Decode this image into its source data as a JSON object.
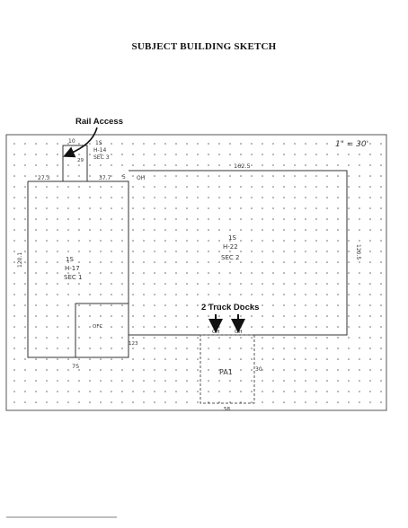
{
  "document": {
    "title": "SUBJECT BUILDING SKETCH"
  },
  "sketch": {
    "scale": "1\" = 30'",
    "annotations": {
      "rail_access": "Rail Access",
      "truck_docks": "2 Truck Docks"
    },
    "sections": [
      {
        "id": "sec3",
        "lines": [
          "1S",
          "H-14",
          "SEC 3"
        ]
      },
      {
        "id": "sec2",
        "lines": [
          "1S",
          "H-22",
          "SEC 2"
        ]
      },
      {
        "id": "sec1",
        "lines": [
          "1S",
          "H-17",
          "SEC 1"
        ]
      },
      {
        "id": "pa1",
        "lines": [
          "PA1"
        ]
      }
    ],
    "room_labels": {
      "office": "OFC"
    },
    "dimensions": {
      "rail_top": "10",
      "rail_side": "29",
      "sec1_top_left": "27.3",
      "sec1_top_right": "37.7",
      "sec2_top": "162.5",
      "sec2_top_left_small": "5",
      "sec2_right": "120.5",
      "sec1_left": "120.1",
      "sec1_bottom": "75",
      "sec1_step": "123",
      "pa1_side": "30",
      "pa1_bottom": "58"
    },
    "markers": {
      "overhead_top": "OH",
      "overhead_dock_1": "OH",
      "overhead_dock_2": "OH"
    }
  }
}
